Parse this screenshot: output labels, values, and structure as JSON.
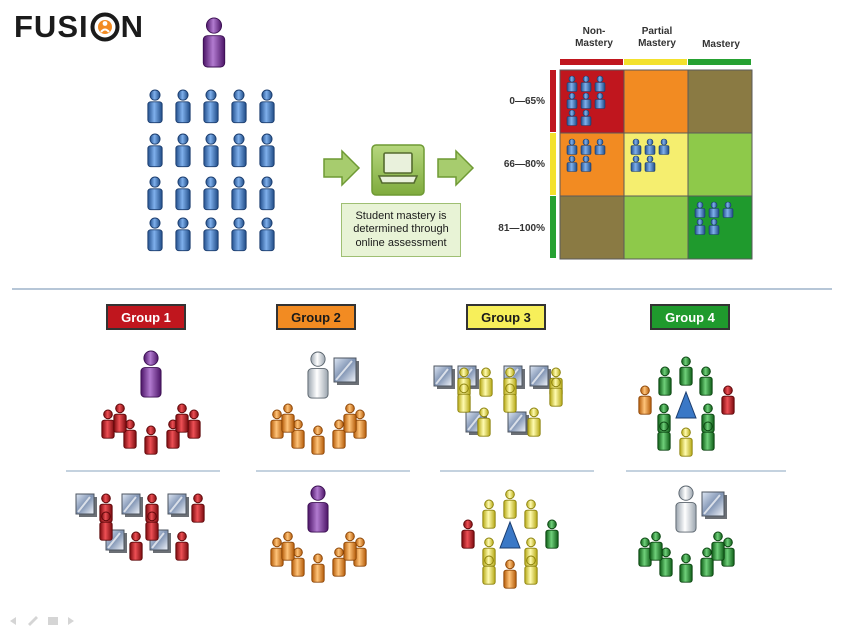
{
  "logo": {
    "text_left": "FUSI",
    "text_right": "N"
  },
  "process_note": {
    "text": "Student mastery is determined through online assessment"
  },
  "matrix": {
    "columns": [
      "Non-\nMastery",
      "Partial\nMastery",
      "Mastery"
    ],
    "rows": [
      "0—65%",
      "66—80%",
      "81—100%"
    ],
    "cell_colors": [
      [
        "#c0161e",
        "#f28b22",
        "#8a7a43"
      ],
      [
        "#f28b22",
        "#f5ee6f",
        "#8ec94a"
      ],
      [
        "#8a7a43",
        "#8ec94a",
        "#1f9a2d"
      ]
    ],
    "header_bar_colors": [
      "#c0161e",
      "#f3e12d",
      "#26a132"
    ],
    "side_bar_colors": [
      "#c0161e",
      "#f3e12d",
      "#26a132"
    ]
  },
  "groups": [
    {
      "label": "Group 1",
      "color": "#c0161e",
      "text_color": "#ffffff"
    },
    {
      "label": "Group 2",
      "color": "#f28b22",
      "text_color": "#1a1a1a"
    },
    {
      "label": "Group 3",
      "color": "#f7ef5a",
      "text_color": "#1a1a1a"
    },
    {
      "label": "Group 4",
      "color": "#1f9a2d",
      "text_color": "#ffffff"
    }
  ],
  "colors": {
    "student_blue": "#3a78c6",
    "teacher_purple": "#7a2ca0",
    "arrow_green": "#8dbb4d",
    "divider": "#8aa4bf"
  }
}
